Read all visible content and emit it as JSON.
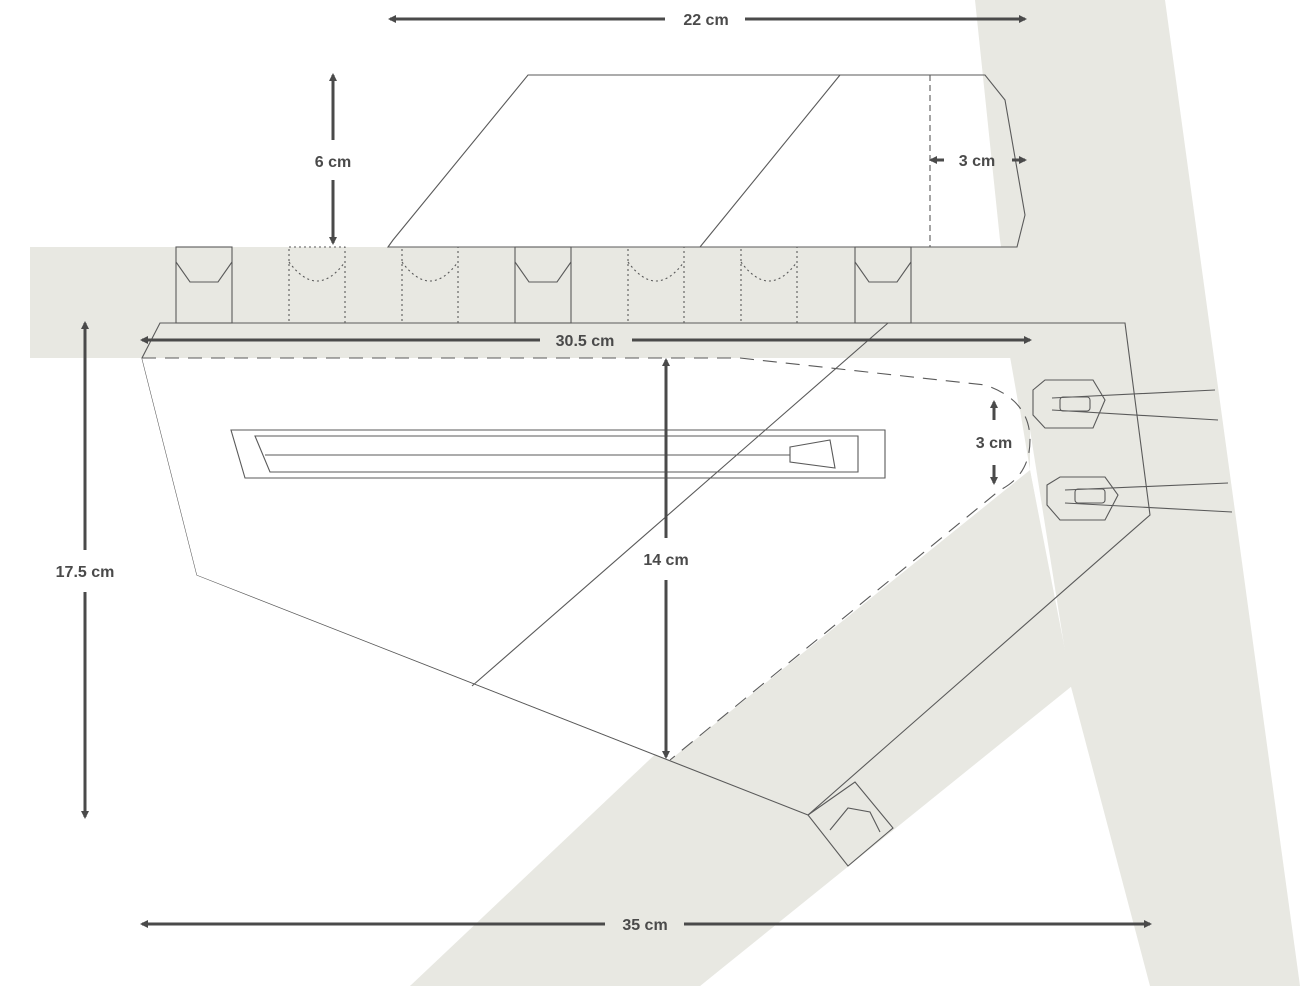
{
  "colors": {
    "frame": "#e8e8e2",
    "line": "#5a5a5a",
    "text": "#4a4a4a"
  },
  "dimensions": {
    "top_bag_length": "22 cm",
    "top_bag_height": "6 cm",
    "top_bag_depth": "3 cm",
    "frame_bag_top_length": "30.5 cm",
    "frame_bag_height_total": "17.5 cm",
    "frame_bag_height_inner": "14 cm",
    "frame_bag_width": "3 cm",
    "frame_bag_bottom_length": "35 cm"
  }
}
